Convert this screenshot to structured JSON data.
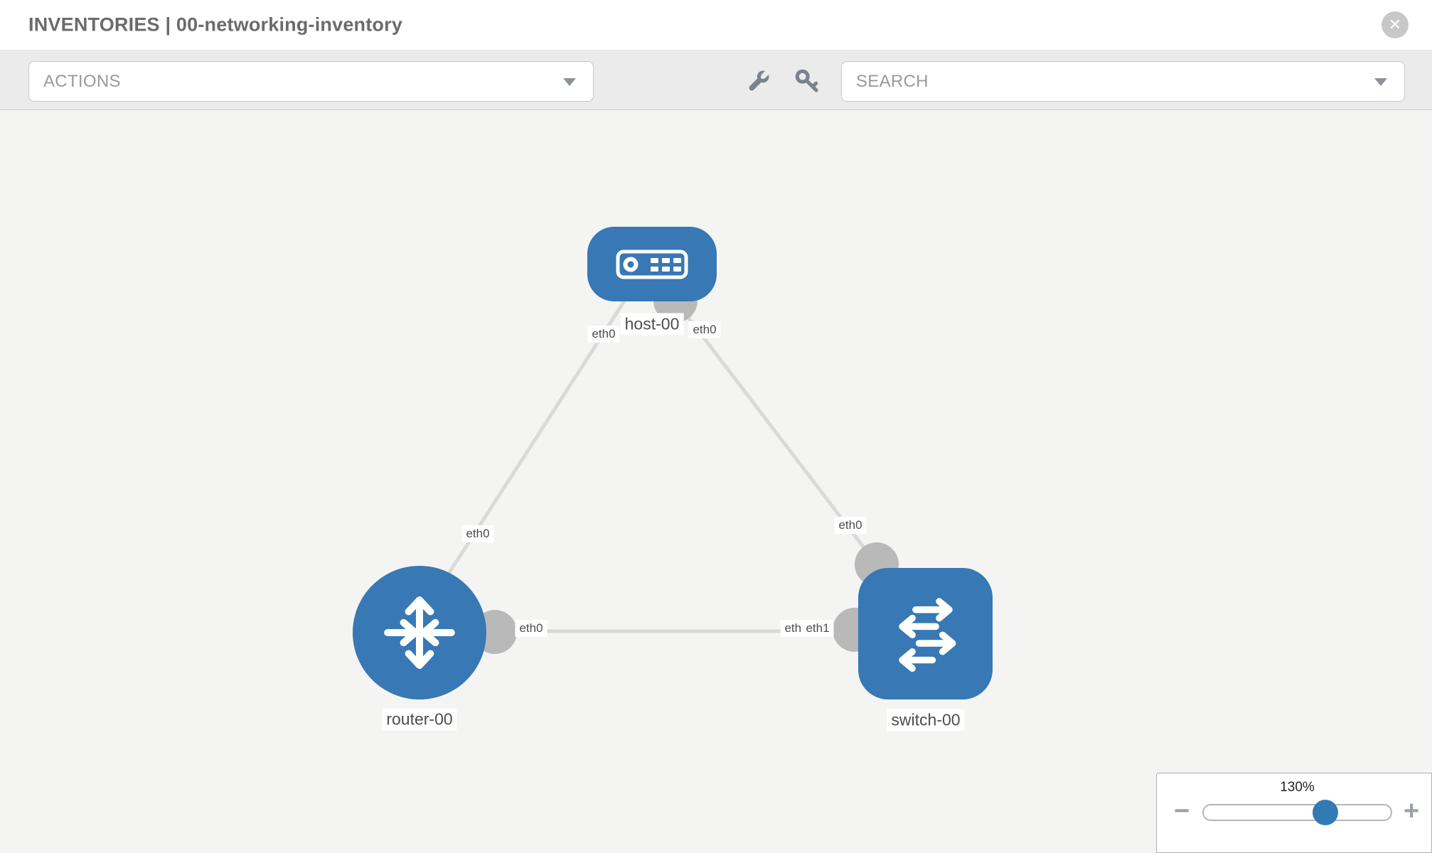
{
  "header": {
    "title": "INVENTORIES | 00-networking-inventory",
    "close_icon": "close-circle"
  },
  "toolbar": {
    "actions_dropdown": {
      "label": "ACTIONS",
      "caret_icon": "chevron-down"
    },
    "tools": [
      {
        "icon": "wrench"
      },
      {
        "icon": "key"
      }
    ],
    "search_dropdown": {
      "label": "SEARCH",
      "caret_icon": "chevron-down"
    }
  },
  "topology": {
    "nodes": [
      {
        "label": "host-00",
        "type": "host",
        "icon": "server"
      },
      {
        "label": "router-00",
        "type": "router",
        "icon": "router-arrows"
      },
      {
        "label": "switch-00",
        "type": "switch",
        "icon": "switch-arrows"
      }
    ],
    "interfaces": [
      "eth0",
      "eth0",
      "eth0",
      "eth0",
      "eth0",
      "eth0",
      "eth1"
    ],
    "links": [
      {
        "from": "host-00",
        "to": "router-00",
        "from_if": "eth0",
        "to_if": "eth0"
      },
      {
        "from": "host-00",
        "to": "switch-00",
        "from_if": "eth0",
        "to_if": "eth0"
      },
      {
        "from": "router-00",
        "to": "switch-00",
        "from_if": "eth0",
        "to_if": "eth1"
      }
    ]
  },
  "zoom_control": {
    "level": "130%",
    "minus": "−",
    "plus": "+"
  },
  "colors": {
    "node_blue": "#3878b4",
    "link_gray": "#d9d9d9",
    "connector_gray": "#b9b9b9",
    "canvas_bg": "#f4f4f3",
    "toolbar_bg": "#ebebeb",
    "slider_handle": "#327ab5"
  }
}
